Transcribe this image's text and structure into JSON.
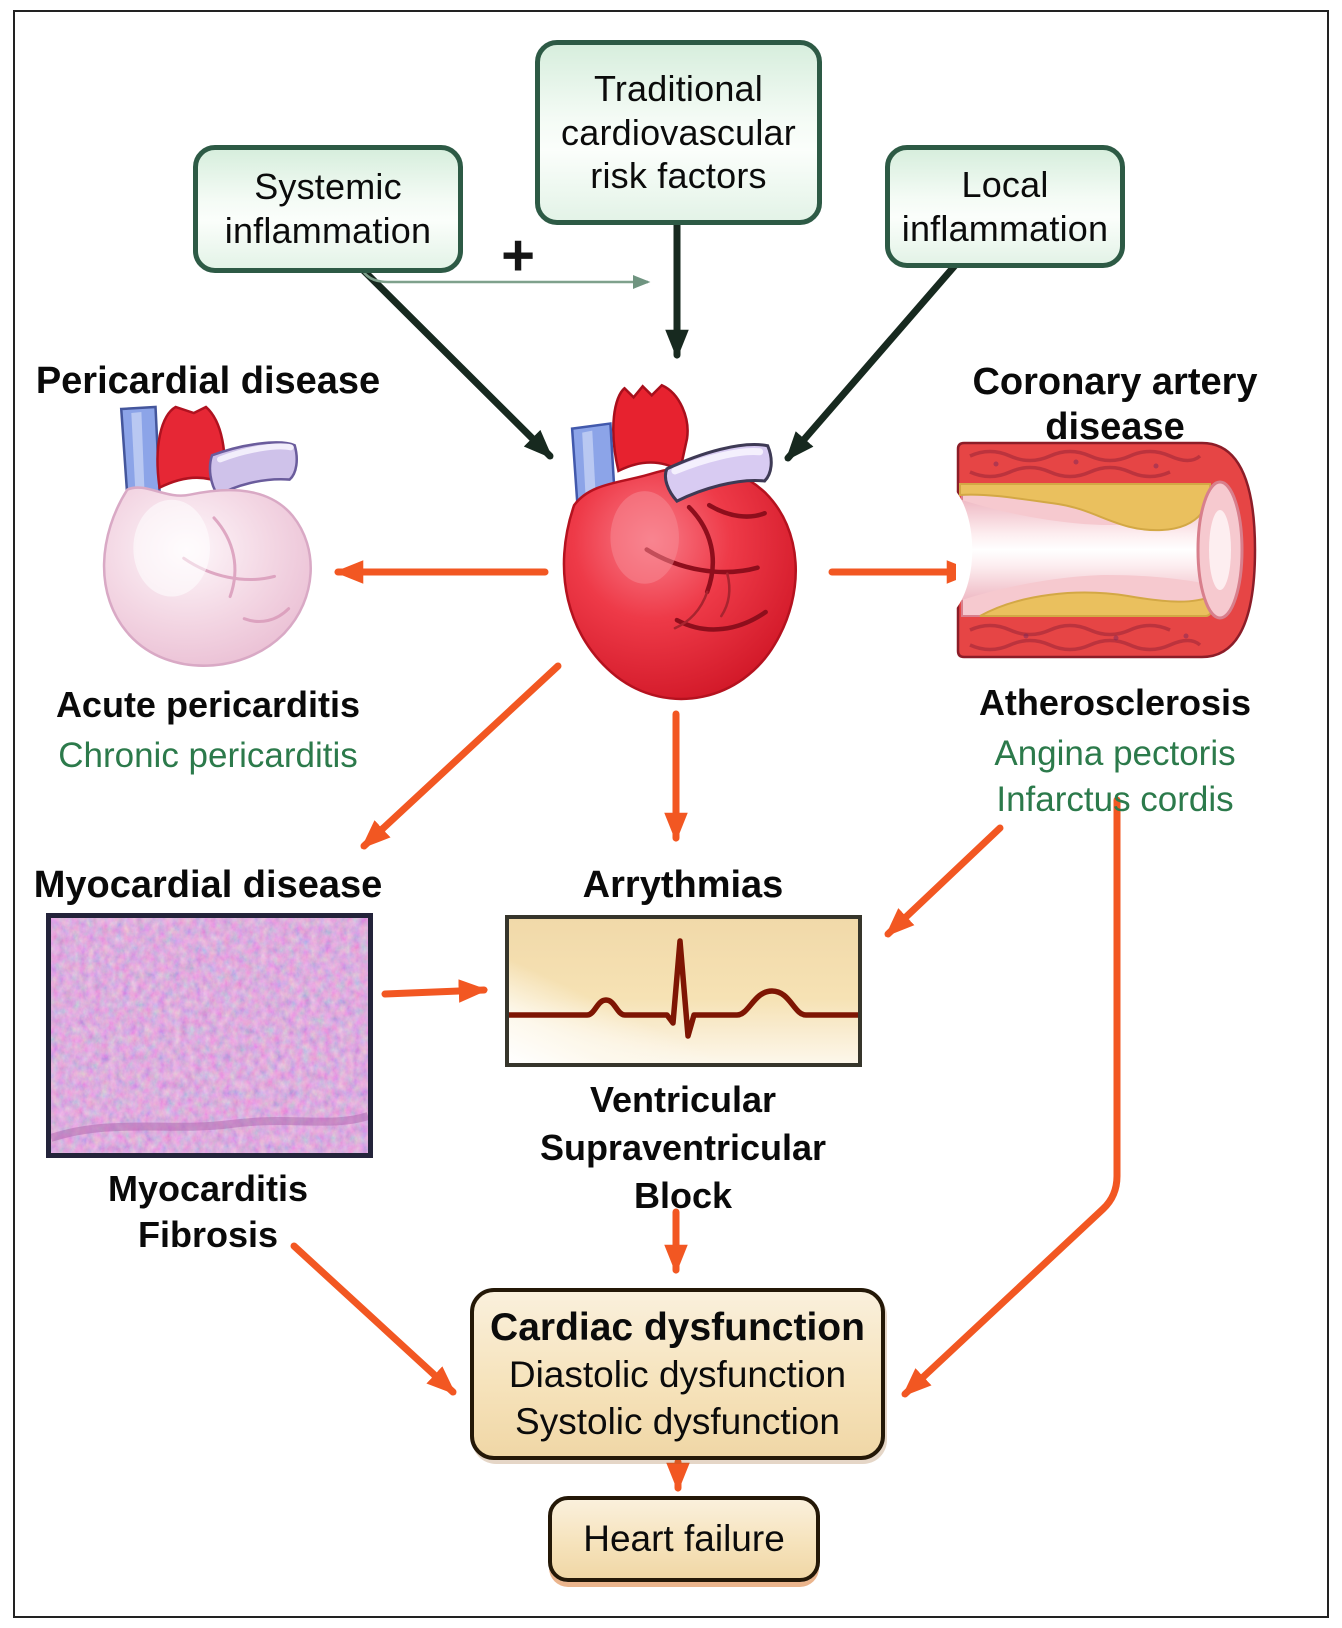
{
  "top_boxes": {
    "systemic": {
      "line1": "Systemic",
      "line2": "inflammation"
    },
    "traditional": {
      "line1": "Traditional",
      "line2": "cardiovascular",
      "line3": "risk factors"
    },
    "local": {
      "line1": "Local",
      "line2": "inflammation"
    },
    "plus_sign": "+"
  },
  "pericardial": {
    "title": "Pericardial disease",
    "finding": "Acute pericarditis",
    "finding_secondary": "Chronic pericarditis"
  },
  "coronary": {
    "title_line1": "Coronary artery",
    "title_line2": "disease",
    "finding": "Atherosclerosis",
    "finding_secondary1": "Angina pectoris",
    "finding_secondary2": "Infarctus cordis"
  },
  "myocardial": {
    "title": "Myocardial disease",
    "finding1": "Myocarditis",
    "finding2": "Fibrosis"
  },
  "arrhythmias": {
    "title": "Arrythmias",
    "finding1": "Ventricular",
    "finding2": "Supraventricular",
    "finding3": "Block"
  },
  "cardiac_dysfunction": {
    "heading": "Cardiac dysfunction",
    "line2": "Diastolic dysfunction",
    "line3": "Systolic dysfunction"
  },
  "heart_failure": {
    "label": "Heart failure"
  },
  "colors": {
    "green_box_border": "#2d5a45",
    "green_text": "#2c7a4b",
    "orange_arrow": "#f25722",
    "dark_arrow": "#17291f",
    "tan_box_bg": "#f5e0b4",
    "ecg_trace": "#7e1503"
  }
}
